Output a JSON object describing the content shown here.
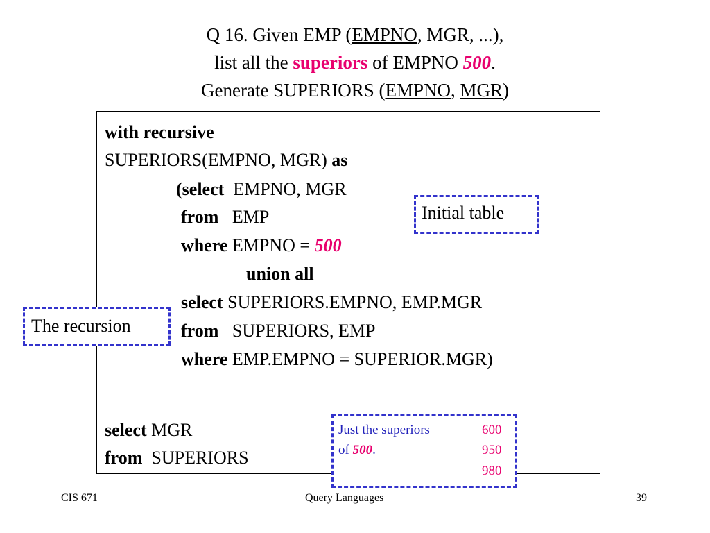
{
  "title": {
    "line1_prefix": "Q 16.   Given EMP (",
    "line1_key": "EMPNO",
    "line1_suffix": ", MGR, ...),",
    "line2_prefix": "list all the ",
    "line2_highlight": "superiors",
    "line2_mid": " of EMPNO ",
    "line2_value": "500",
    "line2_suffix": ".",
    "line3_prefix": "Generate SUPERIORS (",
    "line3_key1": "EMPNO",
    "line3_sep": ", ",
    "line3_key2": "MGR",
    "line3_suffix": ")"
  },
  "code": {
    "l1_kw": "with recursive",
    "l2_text": "SUPERIORS(EMPNO, MGR) ",
    "l2_kw": "as",
    "l3_paren": "(",
    "l3_kw": "select",
    "l3_text": "  EMPNO, MGR",
    "l4_kw": "from",
    "l4_text": "   EMP",
    "l5_kw": "where",
    "l5_text": " EMPNO = ",
    "l5_value": "500",
    "l6_kw": "union all",
    "l7_kw": "select",
    "l7_text": " SUPERIORS.EMPNO, EMP.MGR",
    "l8_kw": "from",
    "l8_text": "   SUPERIORS, EMP",
    "l9_kw": "where",
    "l9_text": " EMP.EMPNO = SUPERIOR.MGR)",
    "l10_kw": "select",
    "l10_text": " MGR",
    "l11_kw": "from",
    "l11_text": "  SUPERIORS"
  },
  "callouts": {
    "initial_table": "Initial table",
    "recursion": "The recursion"
  },
  "result": {
    "text_line1": "Just the superiors",
    "text_line2_prefix": "of ",
    "text_line2_value": "500",
    "text_line2_suffix": ".",
    "values": [
      "600",
      "950",
      "980"
    ]
  },
  "footer": {
    "left": "CIS 671",
    "center": "Query Languages",
    "right": "39"
  }
}
